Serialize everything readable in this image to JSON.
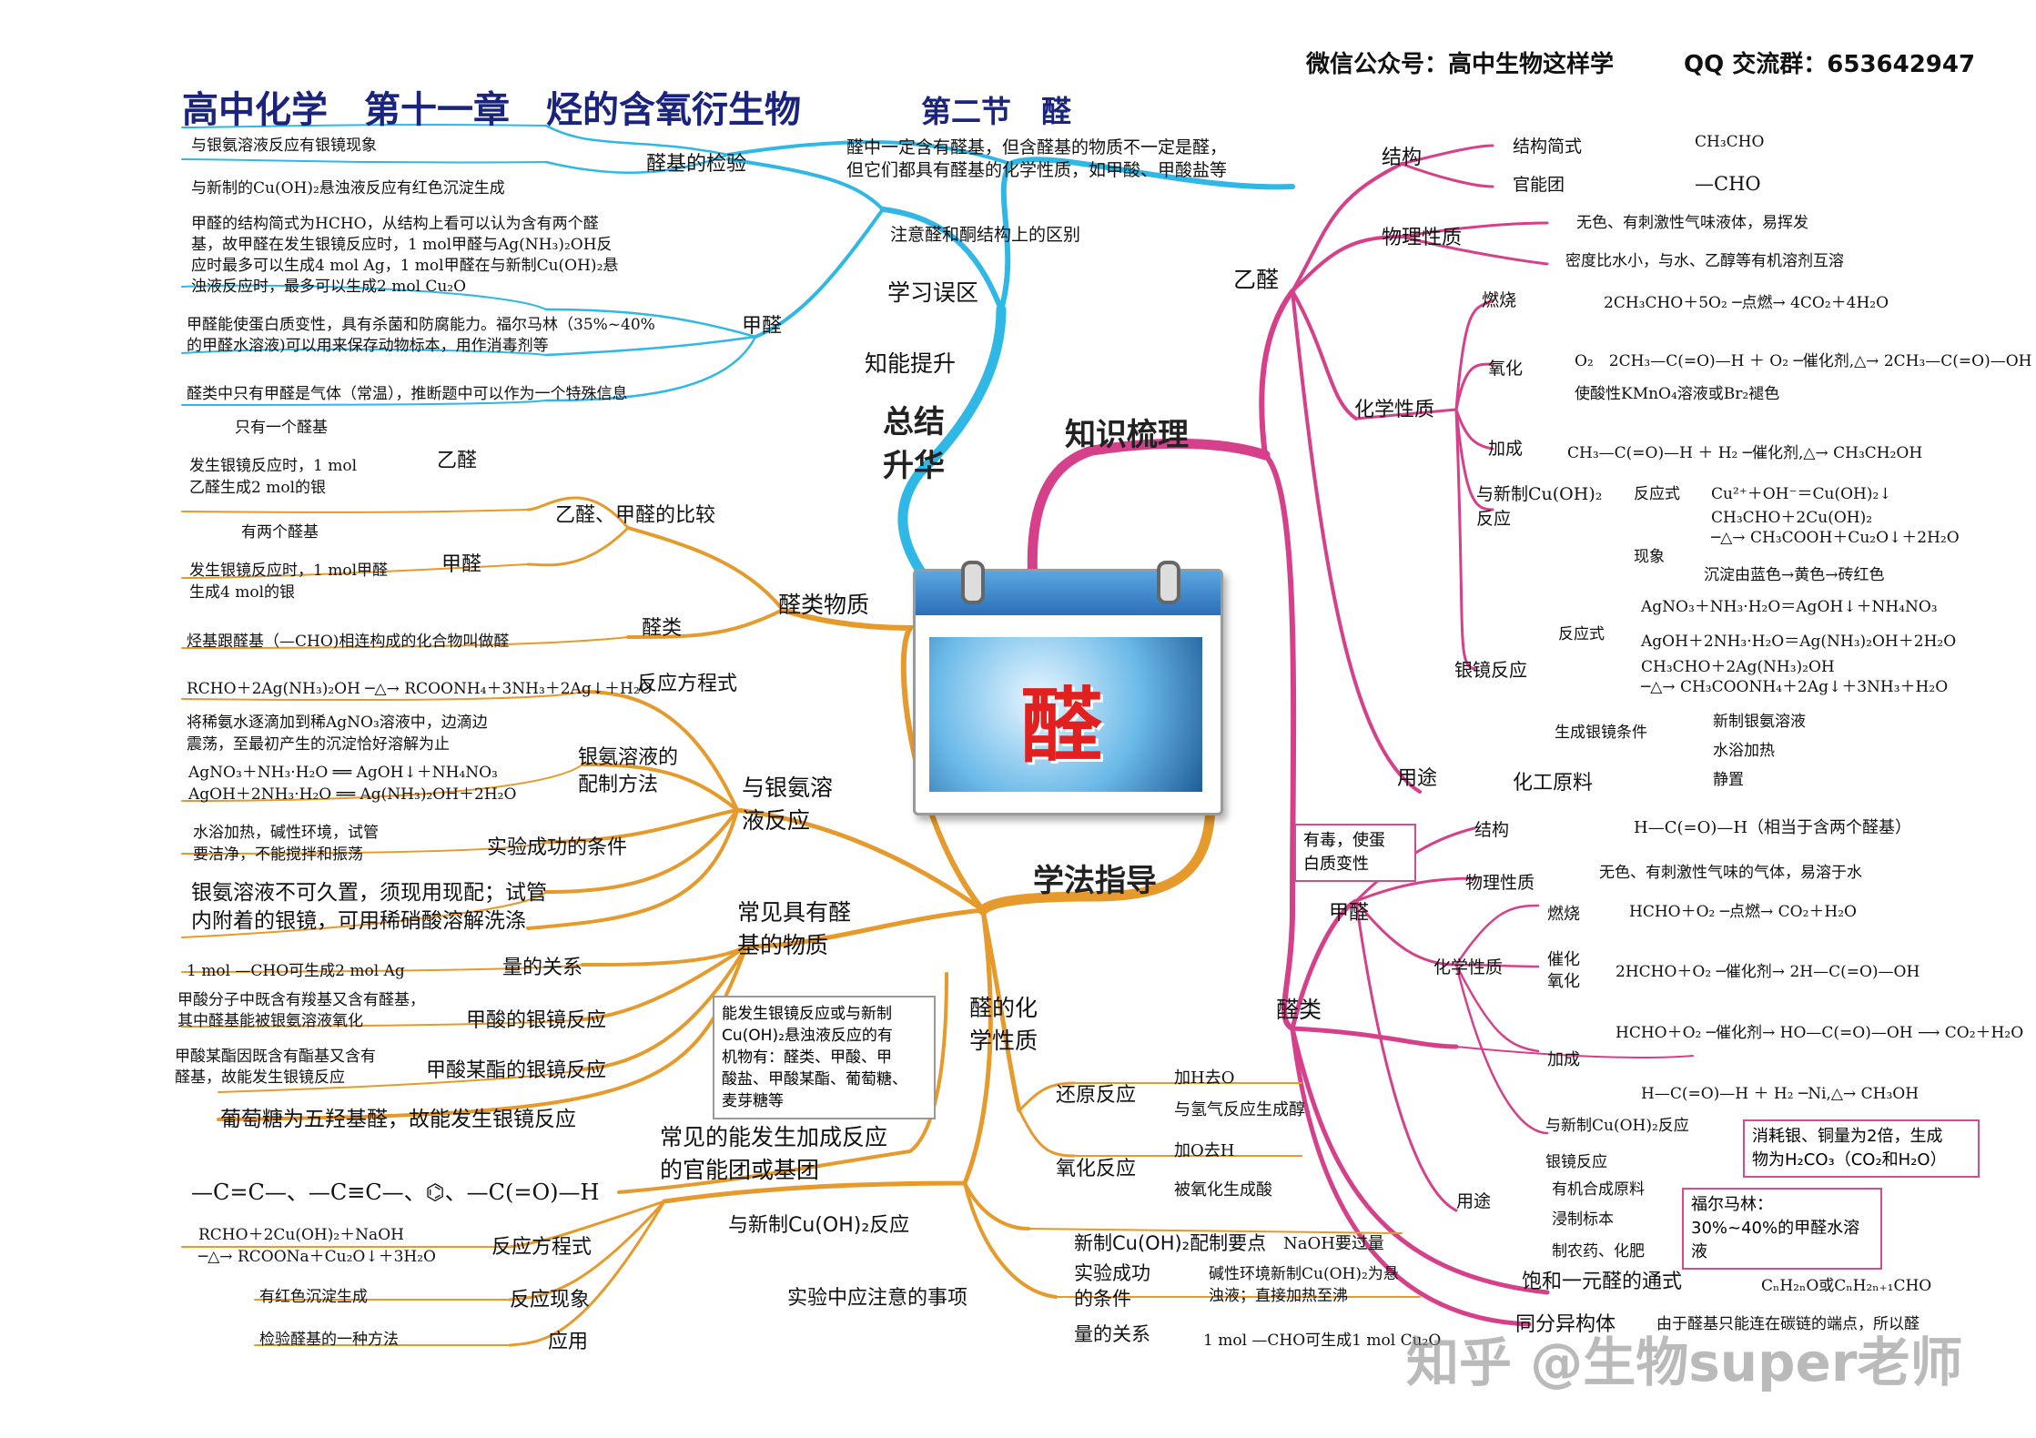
{
  "header": {
    "wechat": "微信公众号：高中生物这样学",
    "qq": "QQ 交流群：653642947",
    "title": "高中化学　第十一章　烃的含氧衍生物",
    "section": "第二节　醛"
  },
  "center": {
    "label": "醛"
  },
  "hubs": {
    "summary": "总结升华",
    "summary_a": "总结",
    "summary_b": "升华",
    "knowledge": "知识梳理",
    "method": "学法指导"
  },
  "summary": {
    "boost": "知能提升",
    "misc": "学习误区",
    "misc_items": [
      "醛中一定含有醛基，但含醛基的物质不一定是醛，",
      "但它们都具有醛基的化学性质，如甲酸、甲酸盐等",
      "注意醛和酮结构上的区别"
    ],
    "check": "醛基的检验",
    "check_items": [
      "与银氨溶液反应有银镜现象",
      "与新制的Cu(OH)₂悬浊液反应有红色沉淀生成"
    ],
    "formaldehyde": "甲醛",
    "hcho_p1": [
      "甲醛的结构简式为HCHO，从结构上看可以认为含有两个醛",
      "基，故甲醛在发生银镜反应时，1 mol甲醛与Ag(NH₃)₂OH反",
      "应时最多可以生成4 mol Ag，1 mol甲醛在与新制Cu(OH)₂悬",
      "浊液反应时，最多可以生成2 mol Cu₂O"
    ],
    "hcho_p2": [
      "甲醛能使蛋白质变性，具有杀菌和防腐能力。福尔马林（35%~40%",
      "的甲醛水溶液)可以用来保存动物标本，用作消毒剂等"
    ],
    "hcho_p3": "醛类中只有甲醛是气体（常温），推断题中可以作为一个特殊信息"
  },
  "aldehydes": {
    "label": "醛类物质",
    "compare": "乙醛、甲醛的比较",
    "acet": "乙醛",
    "acet_items": [
      "只有一个醛基",
      "发生银镜反应时，1 mol",
      "乙醛生成2 mol的银"
    ],
    "form": "甲醛",
    "form_items": [
      "有两个醛基",
      "发生银镜反应时，1 mol甲醛",
      "生成4 mol的银"
    ],
    "class": "醛类",
    "class_def": "烃基跟醛基（—CHO)相连构成的化合物叫做醛"
  },
  "silver": {
    "label_a": "与银氨溶",
    "label_b": "液反应",
    "eq_label": "反应方程式",
    "eq": "RCHO＋2Ag(NH₃)₂OH ─△→ RCOONH₄＋3NH₃＋2Ag↓＋H₂O",
    "prep_label_a": "银氨溶液的",
    "prep_label_b": "配制方法",
    "prep": [
      "将稀氨水逐滴加到稀AgNO₃溶液中，边滴边",
      "震荡，至最初产生的沉淀恰好溶解为止",
      "AgNO₃＋NH₃·H₂O ══ AgOH↓＋NH₄NO₃",
      "AgOH＋2NH₃·H₂O ══ Ag(NH₃)₂OH＋2H₂O"
    ],
    "cond_label": "实验成功的条件",
    "cond": [
      "水浴加热，碱性环境，试管",
      "要洁净，不能搅拌和振荡"
    ],
    "note": [
      "银氨溶液不可久置，须现用现配；试管",
      "内附着的银镜，可用稀硝酸溶解洗涤"
    ]
  },
  "common": {
    "label_a": "常见具有醛",
    "label_b": "基的物质",
    "qty_label": "量的关系",
    "qty": "1 mol —CHO可生成2 mol Ag",
    "formic_label": "甲酸的银镜反应",
    "formic": [
      "甲酸分子中既含有羧基又含有醛基，",
      "其中醛基能被银氨溶液氧化"
    ],
    "ester_label": "甲酸某酯的银镜反应",
    "ester": [
      "甲酸某酯因既含有酯基又含有",
      "醛基，故能发生银镜反应"
    ],
    "glucose": "葡萄糖为五羟基醛，故能发生银镜反应",
    "callout": [
      "能发生银镜反应或与新制",
      "Cu(OH)₂悬浊液反应的有",
      "机物有：醛类、甲酸、甲",
      "酸盐、甲酸某酯、葡萄糖、",
      "麦芽糖等"
    ]
  },
  "addition": {
    "label_a": "常见的能发生加成反应",
    "label_b": "的官能团或基团",
    "groups": "—C=C—、—C≡C—、⌬、—C(=O)—H"
  },
  "chem_props": {
    "label_a": "醛的化",
    "label_b": "学性质",
    "reduce": "还原反应",
    "reduce_items": [
      "加H去O",
      "与氢气反应生成醇"
    ],
    "oxid": "氧化反应",
    "oxid_items": [
      "加O去H",
      "被氧化生成酸"
    ]
  },
  "copper": {
    "label": "与新制Cu(OH)₂反应",
    "eq_label": "反应方程式",
    "eq": [
      "RCHO＋2Cu(OH)₂＋NaOH",
      "─△→ RCOONa＋Cu₂O↓＋3H₂O"
    ],
    "phen_label": "反应现象",
    "phen": "有红色沉淀生成",
    "use_label": "应用",
    "use": "检验醛基的一种方法",
    "notes_label": "实验中应注意的事项",
    "n1_label": "新制Cu(OH)₂配制要点",
    "n1": "NaOH要过量",
    "n2_label_a": "实验成功",
    "n2_label_b": "的条件",
    "n2": [
      "碱性环境新制Cu(OH)₂为悬",
      "浊液；直接加热至沸"
    ],
    "n3_label": "量的关系",
    "n3": "1 mol —CHO可生成1 mol Cu₂O"
  },
  "acetaldehyde": {
    "label": "乙醛",
    "struct": "结构",
    "short_label": "结构简式",
    "short": "CH₃CHO",
    "fg_label": "官能团",
    "fg": "—CHO",
    "phys": "物理性质",
    "phys_items": [
      "无色、有刺激性气味液体，易挥发",
      "密度比水小，与水、乙醇等有机溶剂互溶"
    ],
    "chem": "化学性质",
    "burn": "燃烧",
    "burn_eq": "2CH₃CHO＋5O₂ ─点燃→ 4CO₂＋4H₂O",
    "ox": "氧化",
    "ox_eq": "O₂　2CH₃—C(=O)—H ＋ O₂ ─催化剂,△→ 2CH₃—C(=O)—OH",
    "ox_kmno4": "使酸性KMnO₄溶液或Br₂褪色",
    "add": "加成",
    "add_eq": "CH₃—C(=O)—H ＋ H₂ ─催化剂,△→ CH₃CH₂OH",
    "cu_label_a": "与新制Cu(OH)₂",
    "cu_label_b": "反应",
    "cu_eq_label": "反应式",
    "cu_eq1": "Cu²⁺＋OH⁻＝Cu(OH)₂↓",
    "cu_eq2": [
      "CH₃CHO＋2Cu(OH)₂",
      "─△→ CH₃COOH＋Cu₂O↓＋2H₂O"
    ],
    "cu_phen_label": "现象",
    "cu_phen": "沉淀由蓝色→黄色→砖红色",
    "ag_label": "银镜反应",
    "ag_eq_label": "反应式",
    "ag_eqs": [
      "AgNO₃＋NH₃·H₂O＝AgOH↓＋NH₄NO₃",
      "AgOH＋2NH₃·H₂O＝Ag(NH₃)₂OH＋2H₂O",
      "CH₃CHO＋2Ag(NH₃)₂OH",
      "─△→ CH₃COONH₄＋2Ag↓＋3NH₃＋H₂O"
    ],
    "ag_cond_label": "生成银镜条件",
    "ag_conds": [
      "新制银氨溶液",
      "水浴加热",
      "静置"
    ],
    "use_label": "用途",
    "use": "化工原料"
  },
  "methanal": {
    "label": "甲醛",
    "note": [
      "有毒，使蛋",
      "白质变性"
    ],
    "struct": "结构",
    "struct_val": "H—C(=O)—H（相当于含两个醛基）",
    "phys": "物理性质",
    "phys_val": "无色、有刺激性气味的气体，易溶于水",
    "chem": "化学性质",
    "burn": "燃烧",
    "burn_eq": "HCHO＋O₂ ─点燃→ CO₂＋H₂O",
    "cat_a": "催化",
    "cat_b": "氧化",
    "cat_eq1": "2HCHO＋O₂ ─催化剂→ 2H—C(=O)—OH",
    "cat_eq2": "HCHO＋O₂ ─催化剂→ HO—C(=O)—OH ⟶ CO₂＋H₂O",
    "add": "加成",
    "add_eq": "H—C(=O)—H ＋ H₂ ─Ni,△→ CH₃OH",
    "cu": "与新制Cu(OH)₂反应",
    "ag": "银镜反应",
    "cu_ag_note": [
      "消耗银、铜量为2倍，生成",
      "物为H₂CO₃（CO₂和H₂O）"
    ],
    "use_label": "用途",
    "uses": [
      "有机合成原料",
      "浸制标本",
      "制农药、化肥"
    ],
    "formalin": [
      "福尔马林：",
      "30%~40%的甲醛水溶液"
    ]
  },
  "aldehyde_class": {
    "label": "醛类",
    "general_label": "饱和一元醛的通式",
    "general": "CₙH₂ₙO或CₙH₂ₙ₊₁CHO",
    "isomer_label": "同分异构体",
    "isomer": "由于醛基只能连在碳链的端点，所以醛"
  },
  "watermark": "知乎 @生物super老师",
  "colors": {
    "pink": "#d6408a",
    "blue": "#2fb7e6",
    "orange": "#e59a2b",
    "title": "#1a237e"
  }
}
